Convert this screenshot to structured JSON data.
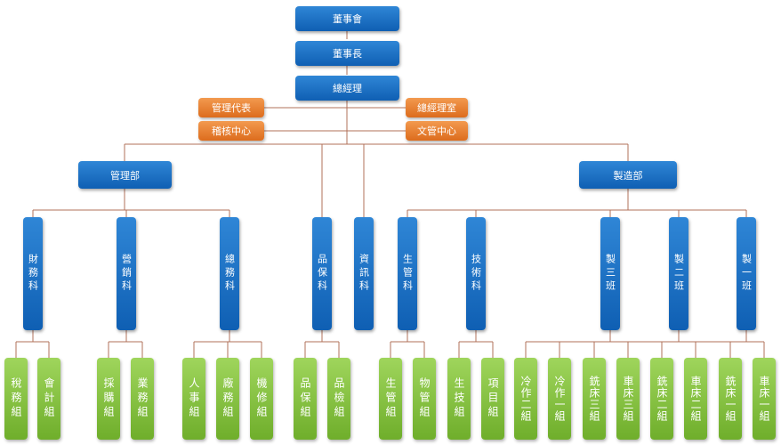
{
  "top": {
    "board": "董事會",
    "chairman": "董事長",
    "gm": "總經理"
  },
  "staff": {
    "mgmt_rep": "管理代表",
    "gm_office": "總經理室",
    "audit_center": "稽核中心",
    "doc_center": "文管中心"
  },
  "divisions": {
    "management": "管理部",
    "manufacturing": "製造部"
  },
  "sections": {
    "finance": "財務科",
    "sales": "營銷科",
    "general_affairs": "總務科",
    "quality": "品保科",
    "it": "資訊科",
    "production_control": "生管科",
    "technical": "技術科",
    "team3": "製三班",
    "team2": "製二班",
    "team1": "製一班"
  },
  "groups": {
    "tax": "稅務組",
    "accounting": "會計組",
    "purchasing": "採購組",
    "business": "業務組",
    "hr": "人事組",
    "factory_affairs": "廠務組",
    "maintenance": "機修組",
    "qa": "品保組",
    "qc": "品檢組",
    "prod_mgmt": "生管組",
    "materials": "物管組",
    "prod_tech": "生技組",
    "projects": "項目組",
    "cold2": "冷作二組",
    "cold1": "冷作一組",
    "mill3": "銑床三組",
    "lathe3": "車床三組",
    "mill2": "銑床二組",
    "lathe2": "車床二組",
    "mill1": "銑床一組",
    "lathe1": "車床一組"
  },
  "colors": {
    "executive": "#1565b8",
    "staff": "#e8792b",
    "group": "#7fbf3a",
    "connector": "#b0705a"
  }
}
